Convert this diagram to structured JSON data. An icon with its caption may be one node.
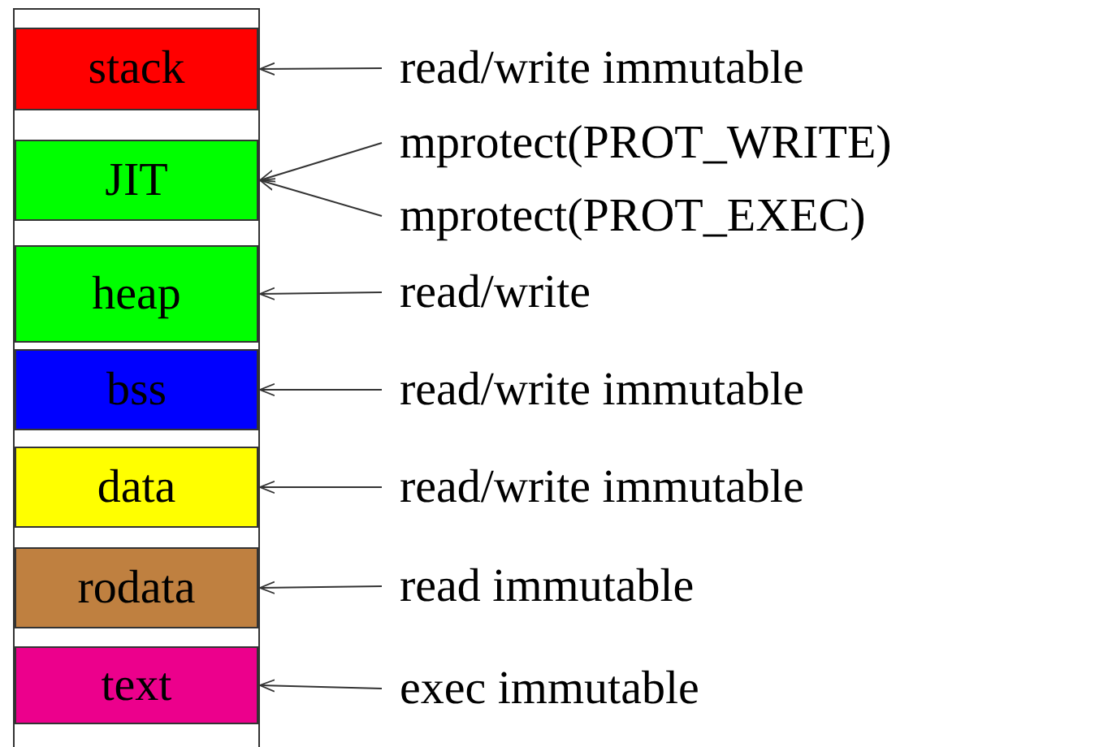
{
  "diagram": {
    "nodes": [
      {
        "text": [
          "stack"
        ]
      },
      {
        "text": [
          "JIT"
        ]
      },
      {
        "text": [
          "heap"
        ]
      },
      {
        "text": [
          "bss"
        ]
      },
      {
        "text": [
          "data"
        ]
      },
      {
        "text": [
          "rodata"
        ]
      },
      {
        "text": [
          "text"
        ]
      },
      {
        "text": [
          "read/write immutable"
        ]
      },
      {
        "text": [
          "mprotect(PROT_WRITE)"
        ]
      },
      {
        "text": [
          "mprotect(PROT_EXEC)"
        ]
      },
      {
        "text": [
          "read/write"
        ]
      },
      {
        "text": [
          "read/write immutable"
        ]
      },
      {
        "text": [
          "read/write immutable"
        ]
      },
      {
        "text": [
          "read immutable"
        ]
      },
      {
        "text": [
          "exec immutable"
        ]
      }
    ],
    "edges": [
      {
        "from": 7,
        "to": 0,
        "arrow": "to"
      },
      {
        "from": 8,
        "to": 1,
        "arrow": "to"
      },
      {
        "from": 9,
        "to": 1,
        "arrow": "to"
      },
      {
        "from": 10,
        "to": 2,
        "arrow": "to"
      },
      {
        "from": 11,
        "to": 3,
        "arrow": "to"
      },
      {
        "from": 12,
        "to": 4,
        "arrow": "to"
      },
      {
        "from": 13,
        "to": 5,
        "arrow": "to"
      },
      {
        "from": 14,
        "to": 6,
        "arrow": "to"
      }
    ]
  }
}
